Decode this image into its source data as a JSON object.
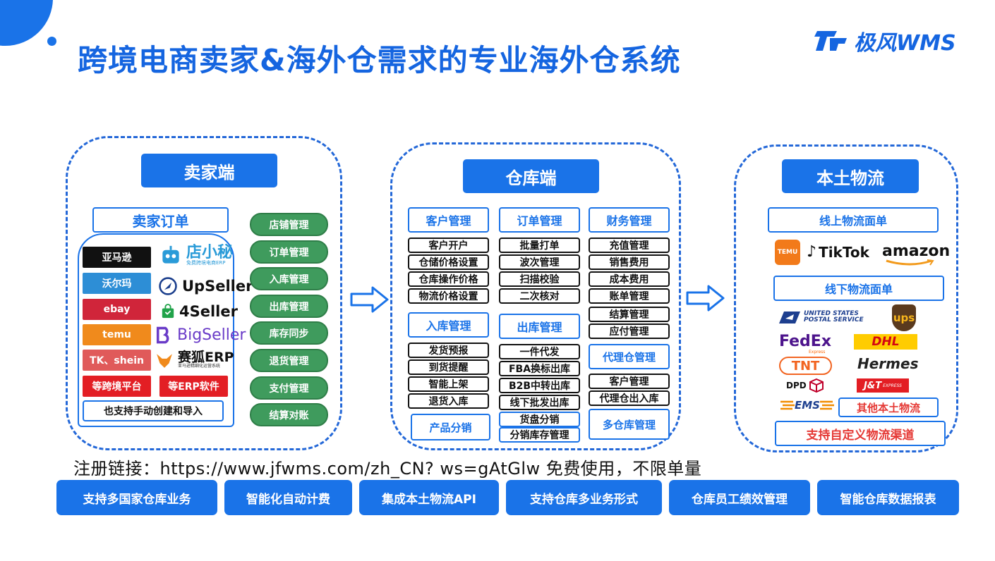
{
  "title": "跨境电商卖家&海外仓需求的专业海外仓系统",
  "brand": {
    "name": "极风WMS",
    "color": "#1565e0"
  },
  "colors": {
    "primary": "#1a73e8",
    "green": "#3f9b5d",
    "red": "#e53935"
  },
  "seller": {
    "header": "卖家端",
    "orders_header": "卖家订单",
    "platforms": [
      {
        "label": "亚马逊",
        "color": "#111111"
      },
      {
        "label": "沃尔玛",
        "color": "#2d8ed6"
      },
      {
        "label": "ebay",
        "color": "#d0253a"
      },
      {
        "label": "temu",
        "color": "#f08a1c"
      },
      {
        "label": "TK、shein",
        "color": "#e05a5a"
      }
    ],
    "more_platforms": "等跨境平台",
    "more_erp": "等ERP软件",
    "manual": "也支持手动创建和导入",
    "erps": [
      {
        "name": "店小秘",
        "tagline": "免费跨境电商ERP",
        "icon": "robot-icon"
      },
      {
        "name": "UpSeller",
        "icon": "rocket-icon"
      },
      {
        "name": "4Seller",
        "icon": "bag-icon"
      },
      {
        "name": "BigSeller",
        "icon": "b-logo-icon"
      },
      {
        "name": "赛狐ERP",
        "tagline": "亚马逊精细化运营系统",
        "icon": "fox-icon"
      }
    ],
    "functions": [
      "店铺管理",
      "订单管理",
      "入库管理",
      "出库管理",
      "库存同步",
      "退货管理",
      "支付管理",
      "结算对账"
    ]
  },
  "warehouse": {
    "header": "仓库端",
    "customer": {
      "title": "客户管理",
      "items": [
        "客户开户",
        "仓储价格设置",
        "仓库操作价格",
        "物流价格设置"
      ]
    },
    "order": {
      "title": "订单管理",
      "items": [
        "批量打单",
        "波次管理",
        "扫描校验",
        "二次核对"
      ]
    },
    "finance": {
      "title": "财务管理",
      "items": [
        "充值管理",
        "销售费用",
        "成本费用",
        "账单管理",
        "结算管理",
        "应付管理"
      ]
    },
    "inbound": {
      "title": "入库管理",
      "items": [
        "发货预报",
        "到货提醒",
        "智能上架",
        "退货入库"
      ]
    },
    "outbound": {
      "title": "出库管理",
      "items": [
        "一件代发",
        "FBA换标出库",
        "B2B中转出库",
        "线下批发出库",
        "货盘分销",
        "分销库存管理"
      ]
    },
    "agent": {
      "title": "代理仓管理",
      "items": [
        "客户管理",
        "代理仓出入库"
      ]
    },
    "product": "产品分销",
    "multi": "多仓库管理"
  },
  "local": {
    "header": "本土物流",
    "online": "线上物流面单",
    "offline": "线下物流面单",
    "online_logos": [
      "TEMU",
      "TikTok",
      "amazon"
    ],
    "carriers": [
      "UNITED STATES",
      "POSTAL SERVICE",
      "ups",
      "FedEx",
      "Express",
      "DHL",
      "TNT",
      "Hermes",
      "DPD",
      "J&T",
      "EXPRESS",
      "EMS"
    ],
    "other": "其他本土物流",
    "custom": "支持自定义物流渠道"
  },
  "registration": "注册链接：https://www.jfwms.com/zh_CN?  ws=gAtGlw   免费使用，不限单量",
  "features": [
    "支持多国家仓库业务",
    "智能化自动计费",
    "集成本土物流API",
    "支持仓库多业务形式",
    "仓库员工绩效管理",
    "智能仓库数据报表"
  ]
}
